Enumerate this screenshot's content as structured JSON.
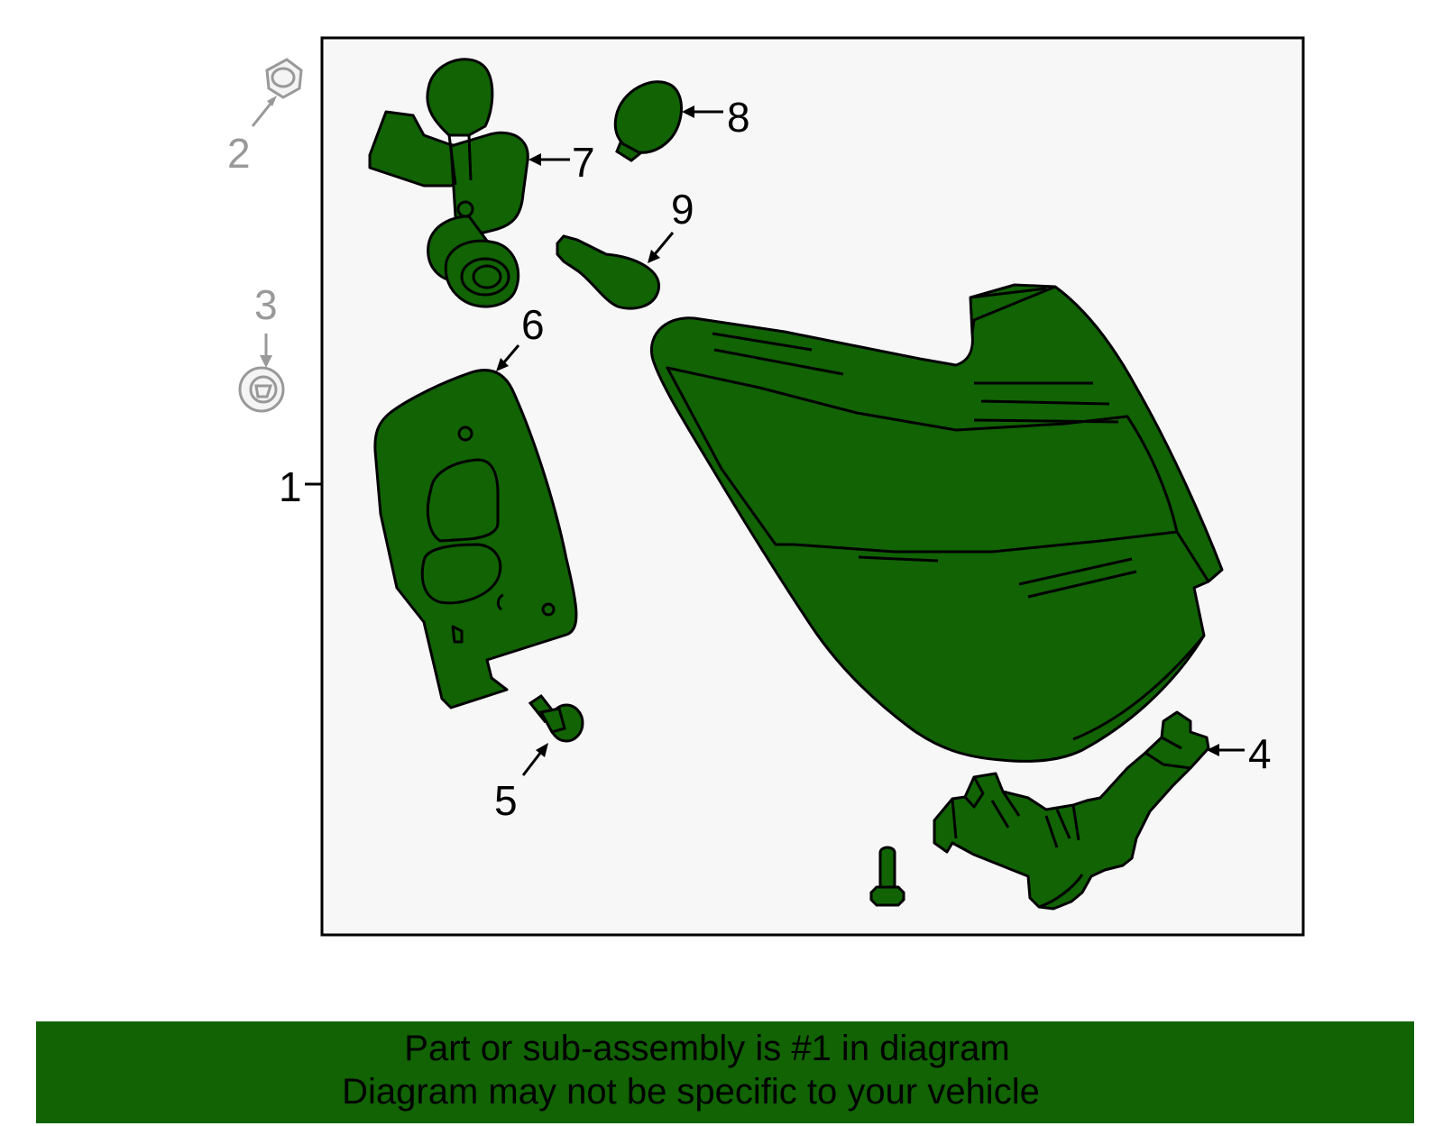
{
  "diagram": {
    "colors": {
      "part_fill": "#116304",
      "stroke": "#000000",
      "panel_background": "#f7f7f7",
      "secondary_part": "#999999"
    },
    "callouts": [
      {
        "id": "1",
        "label": "1"
      },
      {
        "id": "2",
        "label": "2"
      },
      {
        "id": "3",
        "label": "3"
      },
      {
        "id": "4",
        "label": "4"
      },
      {
        "id": "5",
        "label": "5"
      },
      {
        "id": "6",
        "label": "6"
      },
      {
        "id": "7",
        "label": "7"
      },
      {
        "id": "8",
        "label": "8"
      },
      {
        "id": "9",
        "label": "9"
      }
    ]
  },
  "banner": {
    "line1": "Part or sub-assembly is #1 in diagram",
    "line2": "Diagram may not be specific to your vehicle",
    "color": "#116304"
  }
}
